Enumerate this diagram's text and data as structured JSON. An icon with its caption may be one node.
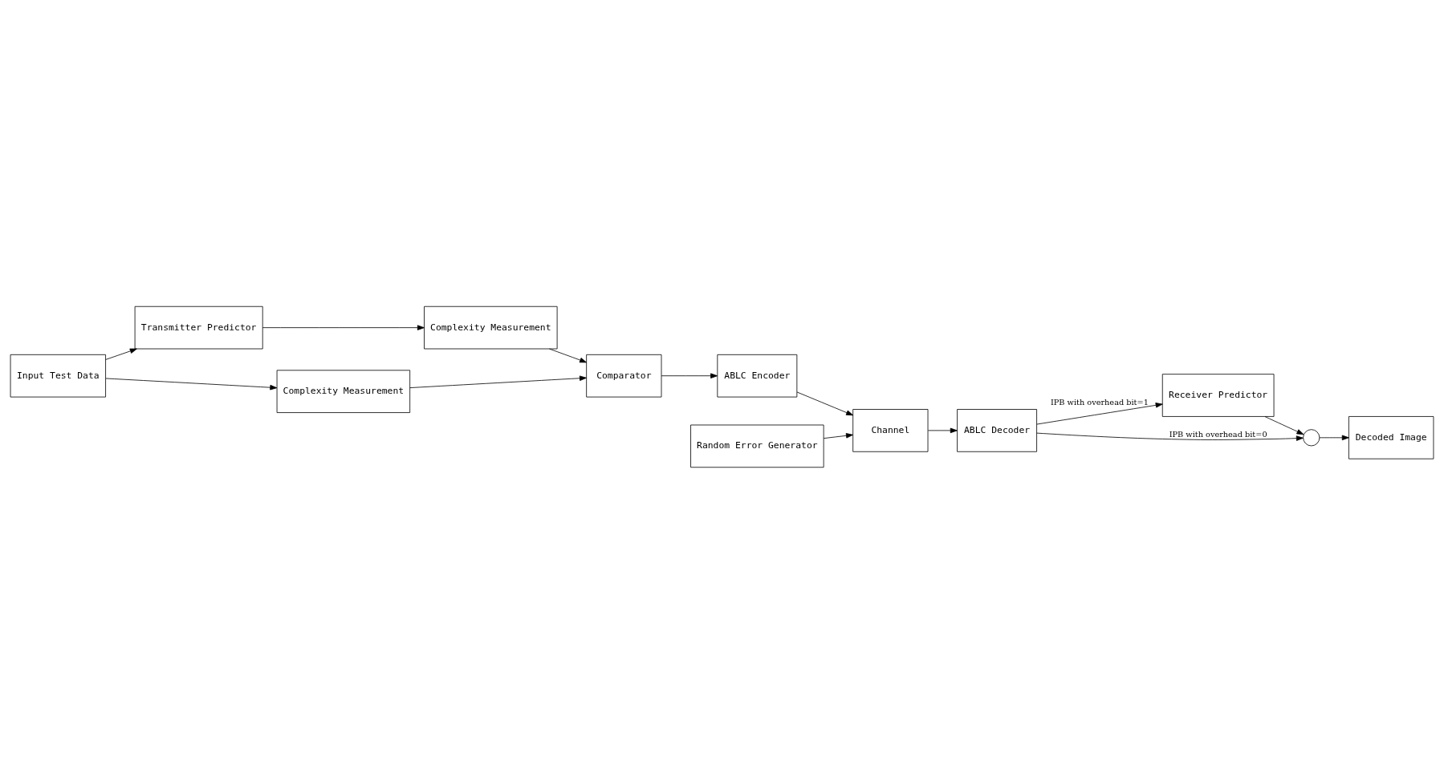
{
  "diagram": {
    "nodes": [
      {
        "text": [
          "Input Test Data"
        ]
      },
      {
        "text": [
          "Transmitter Predictor"
        ]
      },
      {
        "text": [
          "Complexity Measurement"
        ]
      },
      {
        "text": [
          "Complexity Measurement"
        ]
      },
      {
        "text": [
          "Comparator"
        ]
      },
      {
        "text": [
          "ABLC Encoder"
        ]
      },
      {
        "text": [
          "Channel"
        ]
      },
      {
        "text": [
          "Random Error Generator"
        ]
      },
      {
        "text": [
          "Receiver Predictor"
        ]
      },
      {
        "text": [
          "Decoded Image"
        ]
      },
      {
        "text": [],
        "shape": "circle"
      },
      {
        "text": [
          "ABLC Decoder"
        ]
      }
    ],
    "edges": [
      {
        "from": 0,
        "to": 1,
        "arrow": "to"
      },
      {
        "from": 0,
        "to": 3,
        "arrow": "to"
      },
      {
        "from": 1,
        "to": 2,
        "arrow": "to"
      },
      {
        "from": 2,
        "to": 4,
        "arrow": "to"
      },
      {
        "from": 3,
        "to": 4,
        "arrow": "to"
      },
      {
        "from": 4,
        "to": 5,
        "arrow": "to"
      },
      {
        "from": 5,
        "to": 6,
        "arrow": "to"
      },
      {
        "from": 7,
        "to": 6,
        "arrow": "to"
      },
      {
        "from": 6,
        "to": 11,
        "arrow": "to"
      },
      {
        "from": 11,
        "to": 8,
        "arrow": "to",
        "label": "IPB with overhead bit=1"
      },
      {
        "from": 11,
        "to": 10,
        "arrow": "to",
        "label": "IPB with overhead bit=0"
      },
      {
        "from": 8,
        "to": 10,
        "arrow": "to"
      },
      {
        "from": 10,
        "to": 9,
        "arrow": "to"
      }
    ]
  }
}
